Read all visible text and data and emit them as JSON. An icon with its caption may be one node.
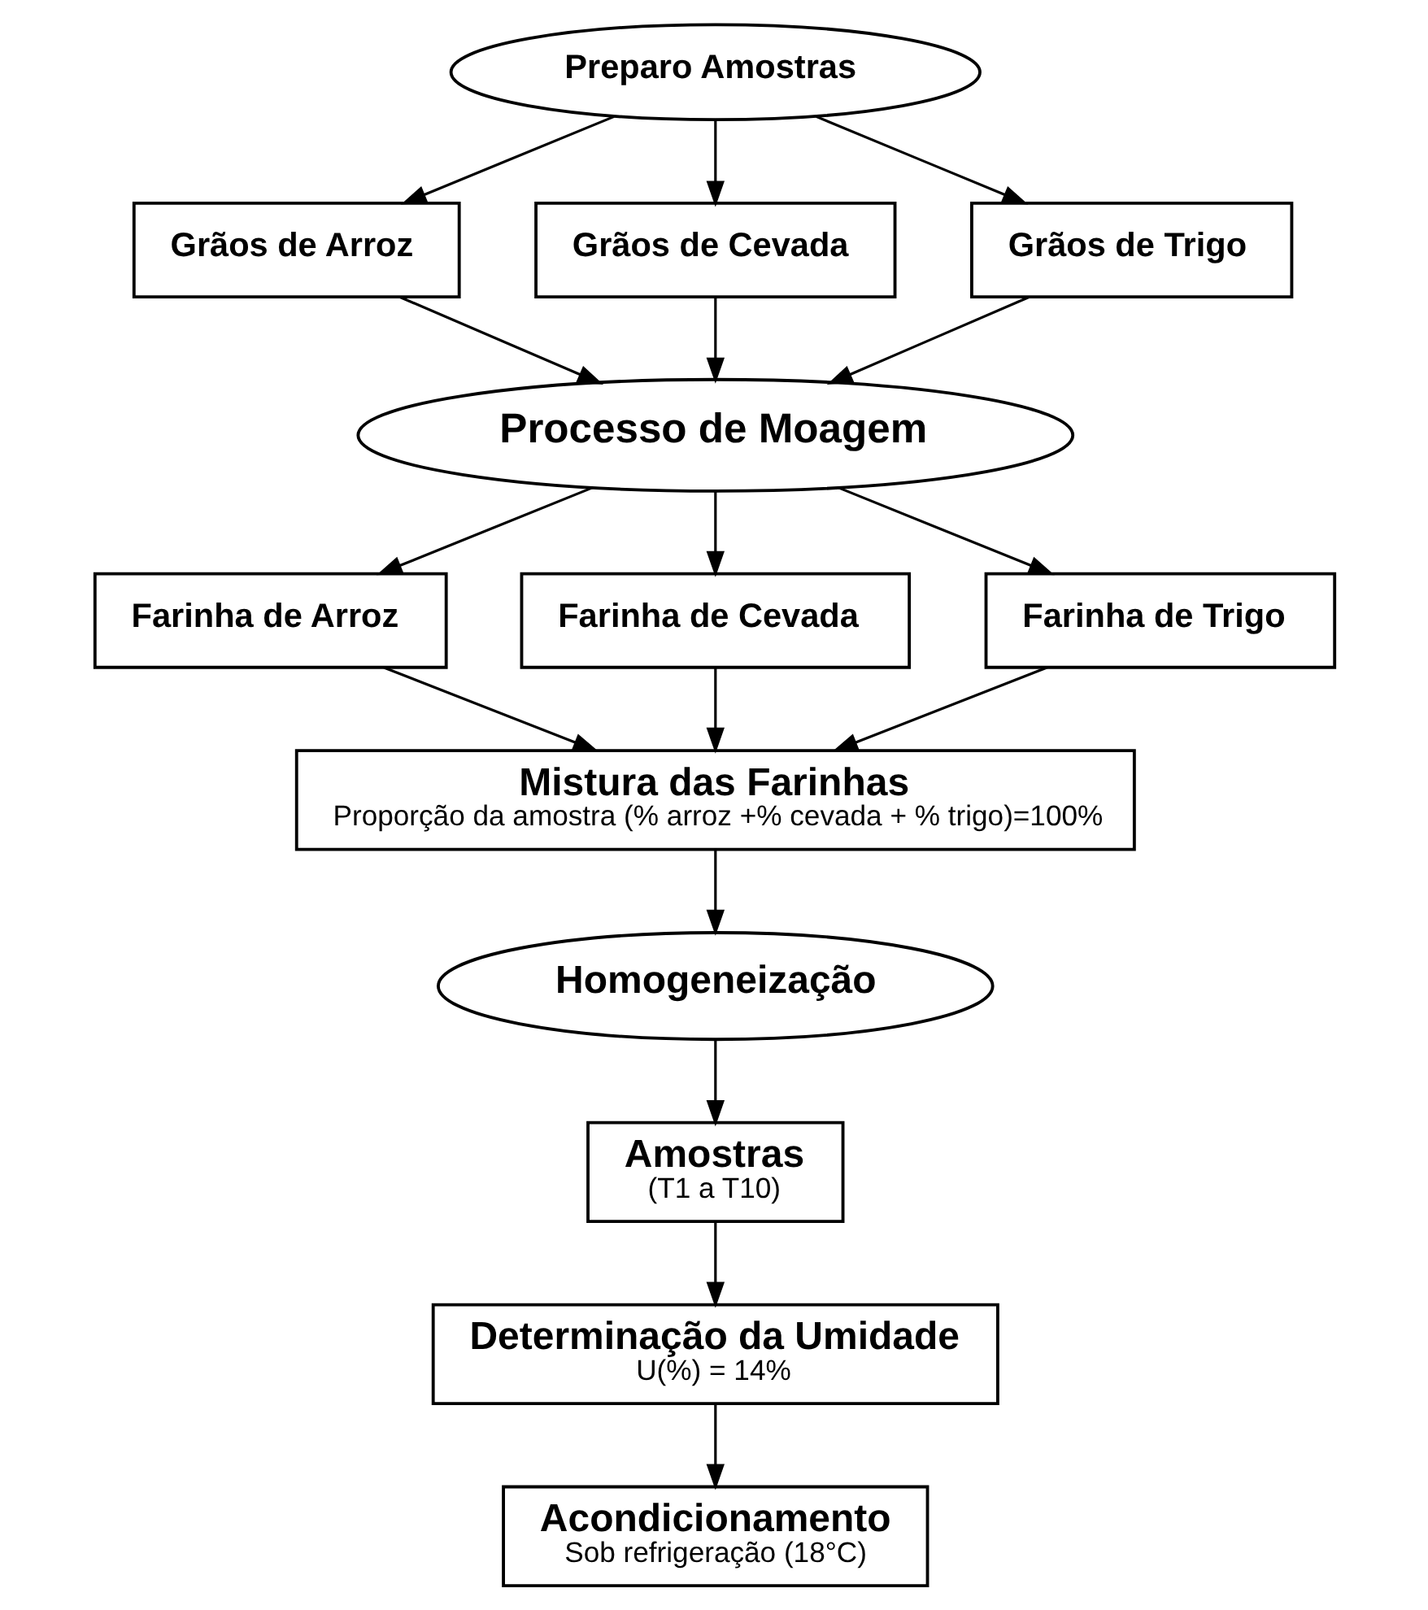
{
  "diagram": {
    "nodes": [
      {
        "text": [
          "Preparo Amostras"
        ]
      },
      {
        "text": [
          "Grãos de Arroz"
        ]
      },
      {
        "text": [
          "Grãos de Cevada"
        ]
      },
      {
        "text": [
          "Grãos de Trigo"
        ]
      },
      {
        "text": [
          "Processo de Moagem"
        ]
      },
      {
        "text": [
          "Farinha de Arroz"
        ]
      },
      {
        "text": [
          "Farinha de Cevada"
        ]
      },
      {
        "text": [
          "Farinha de Trigo"
        ]
      },
      {
        "text": [
          "Mistura das Farinhas",
          "Proporção da amostra (% arroz +% cevada + % trigo)=100%"
        ]
      },
      {
        "text": [
          "Homogeneização"
        ]
      },
      {
        "text": [
          "Amostras",
          "(T1 a T10)"
        ]
      },
      {
        "text": [
          "Determinação da Umidade",
          "U(%) = 14%"
        ]
      },
      {
        "text": [
          "Acondicionamento",
          "Sob refrigeração (18°C)"
        ]
      }
    ],
    "edges": [
      {
        "from": 0,
        "to": 1,
        "arrow": "to"
      },
      {
        "from": 0,
        "to": 2,
        "arrow": "to"
      },
      {
        "from": 0,
        "to": 3,
        "arrow": "to"
      },
      {
        "from": 1,
        "to": 4,
        "arrow": "to"
      },
      {
        "from": 2,
        "to": 4,
        "arrow": "to"
      },
      {
        "from": 3,
        "to": 4,
        "arrow": "to"
      },
      {
        "from": 4,
        "to": 5,
        "arrow": "to"
      },
      {
        "from": 4,
        "to": 6,
        "arrow": "to"
      },
      {
        "from": 4,
        "to": 7,
        "arrow": "to"
      },
      {
        "from": 5,
        "to": 8,
        "arrow": "to"
      },
      {
        "from": 6,
        "to": 8,
        "arrow": "to"
      },
      {
        "from": 7,
        "to": 8,
        "arrow": "to"
      },
      {
        "from": 8,
        "to": 9,
        "arrow": "to"
      },
      {
        "from": 9,
        "to": 10,
        "arrow": "to"
      },
      {
        "from": 10,
        "to": 11,
        "arrow": "to"
      },
      {
        "from": 11,
        "to": 12,
        "arrow": "to"
      }
    ]
  }
}
